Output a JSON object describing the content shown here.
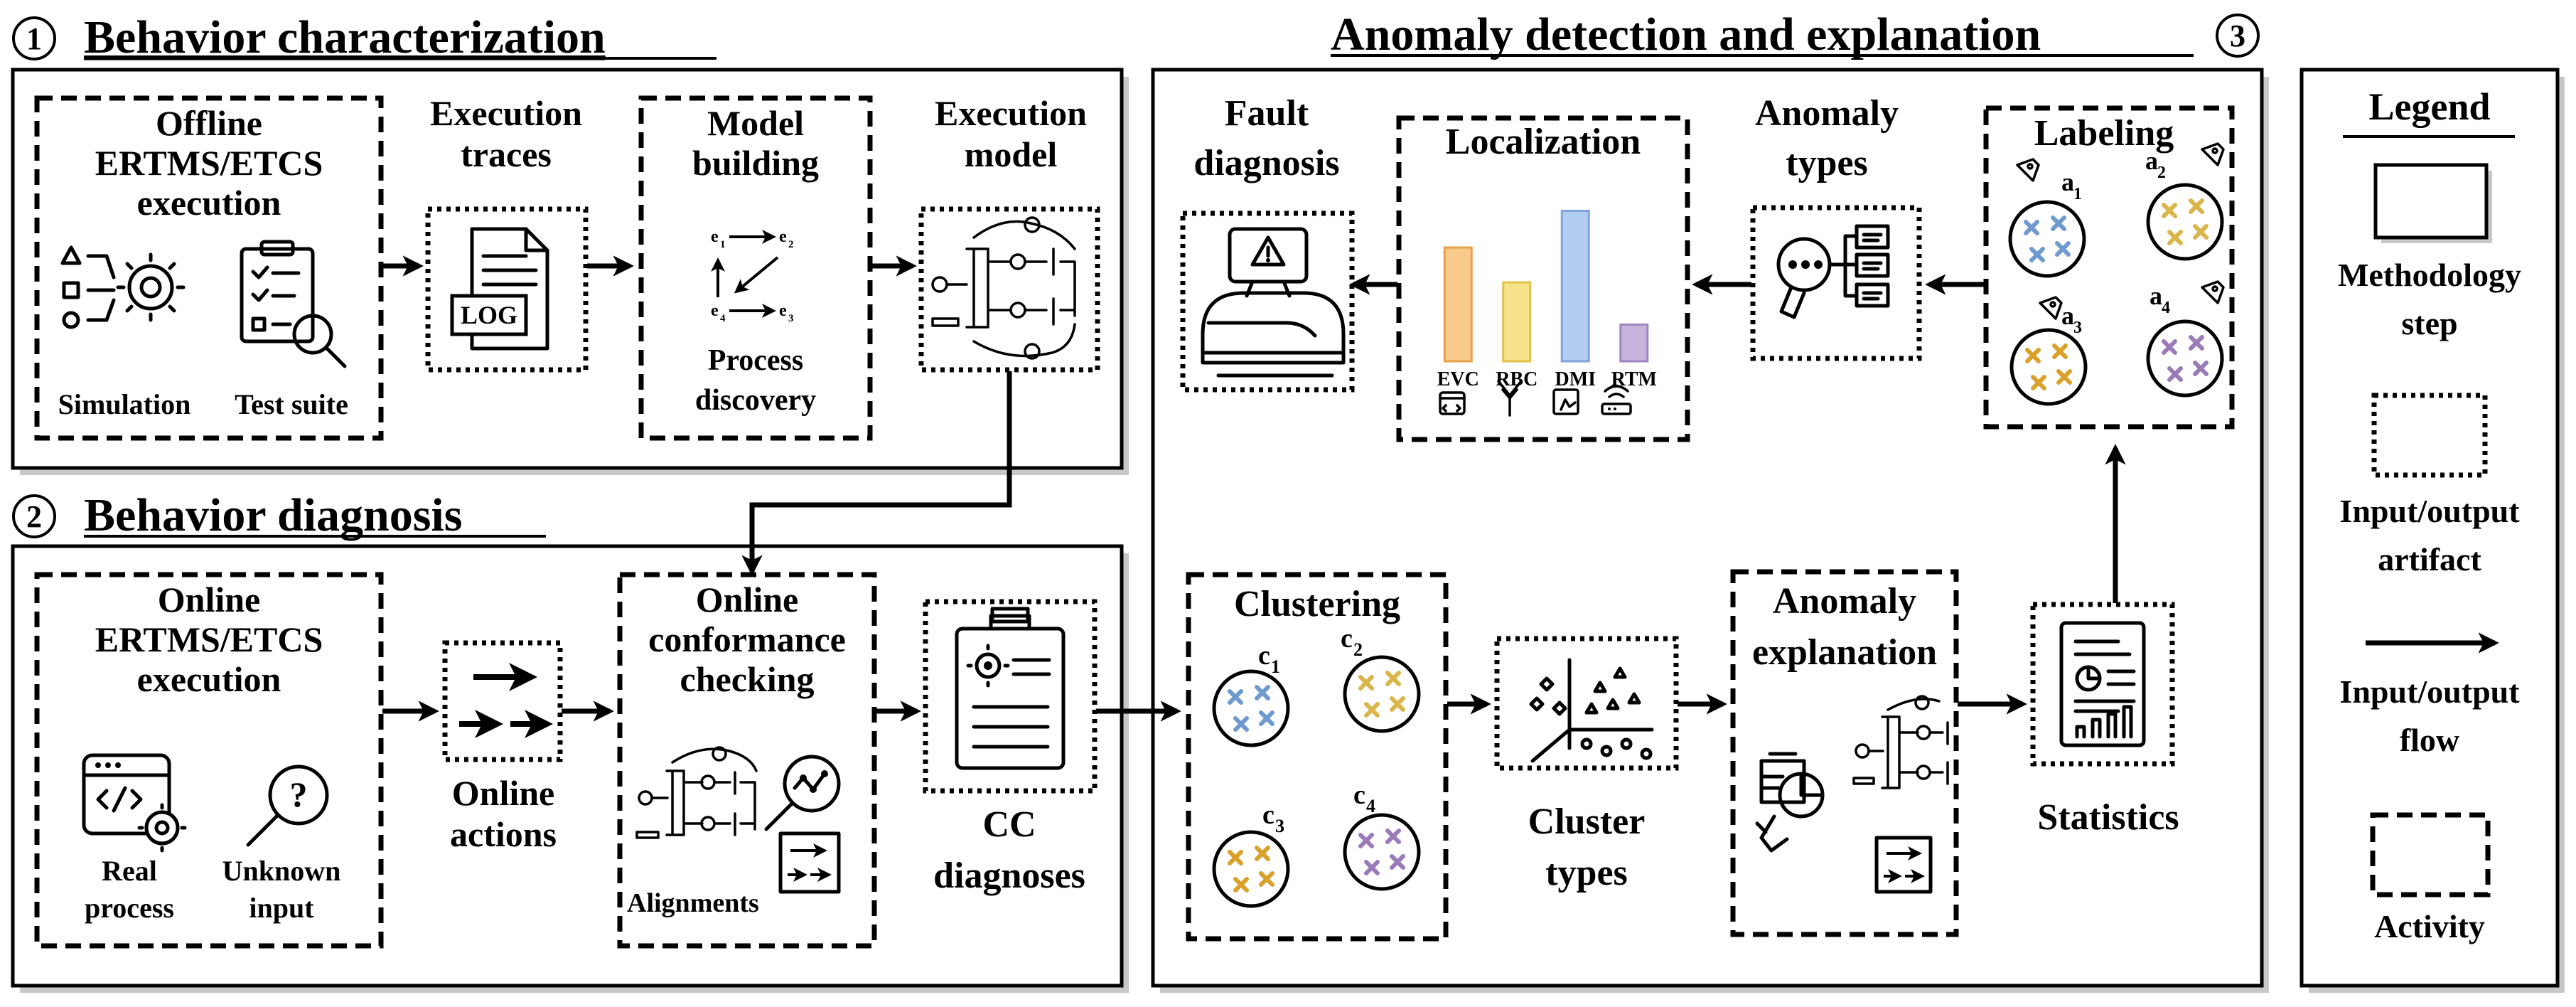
{
  "sections": {
    "s1": {
      "number": "1",
      "title": "Behavior characterization"
    },
    "s2": {
      "number": "2",
      "title": "Behavior diagnosis"
    },
    "s3": {
      "number": "3",
      "title": "Anomaly detection and explanation"
    }
  },
  "phase1": {
    "offline_lines": [
      "Offline",
      "ERTMS/ETCS",
      "execution"
    ],
    "simulation": "Simulation",
    "test_suite": "Test suite",
    "traces_lines": [
      "Execution",
      "traces"
    ],
    "log_text": "LOG",
    "model_building_lines": [
      "Model",
      "building"
    ],
    "events": [
      "e",
      "e",
      "e",
      "e"
    ],
    "event_subs": [
      "1",
      "2",
      "4",
      "3"
    ],
    "process_discovery_lines": [
      "Process",
      "discovery"
    ],
    "execution_model_lines": [
      "Execution",
      "model"
    ]
  },
  "phase2": {
    "online_lines": [
      "Online",
      "ERTMS/ETCS",
      "execution"
    ],
    "real_process_lines": [
      "Real",
      "process"
    ],
    "unknown_input_lines": [
      "Unknown",
      "input"
    ],
    "online_actions_lines": [
      "Online",
      "actions"
    ],
    "conformance_lines": [
      "Online",
      "conformance",
      "checking"
    ],
    "alignments": "Alignments",
    "cc_lines": [
      "CC",
      "diagnoses"
    ]
  },
  "phase3": {
    "clustering": "Clustering",
    "clusters": [
      {
        "label": "c",
        "sub": "1"
      },
      {
        "label": "c",
        "sub": "2"
      },
      {
        "label": "c",
        "sub": "3"
      },
      {
        "label": "c",
        "sub": "4"
      }
    ],
    "cluster_types_lines": [
      "Cluster",
      "types"
    ],
    "anomaly_explanation_lines": [
      "Anomaly",
      "explanation"
    ],
    "statistics": "Statistics",
    "labeling": "Labeling",
    "anomalies": [
      {
        "label": "a",
        "sub": "1"
      },
      {
        "label": "a",
        "sub": "2"
      },
      {
        "label": "a",
        "sub": "3"
      },
      {
        "label": "a",
        "sub": "4"
      }
    ],
    "anomaly_types_lines": [
      "Anomaly",
      "types"
    ],
    "localization": "Localization",
    "fault_diagnosis_lines": [
      "Fault",
      "diagnosis"
    ]
  },
  "localization_chart": {
    "type": "bar",
    "categories": [
      "EVC",
      "RBC",
      "DMI",
      "RTM"
    ],
    "values": [
      62,
      43,
      82,
      20
    ],
    "ylim": [
      0,
      100
    ],
    "colors": [
      "#f7c98a",
      "#f5e28a",
      "#b3cdf1",
      "#c8b3dd"
    ],
    "edge_colors": [
      "#e8a04a",
      "#e2c247",
      "#7ea5dd",
      "#9e84c0"
    ]
  },
  "cluster_colors": [
    "#6f9ad0",
    "#d9b54a",
    "#d9a12a",
    "#9a7bb8"
  ],
  "legend": {
    "title": "Legend",
    "methodology_lines": [
      "Methodology",
      "step"
    ],
    "artifact_lines": [
      "Input/output",
      "artifact"
    ],
    "flow_lines": [
      "Input/output",
      "flow"
    ],
    "activity": "Activity"
  }
}
